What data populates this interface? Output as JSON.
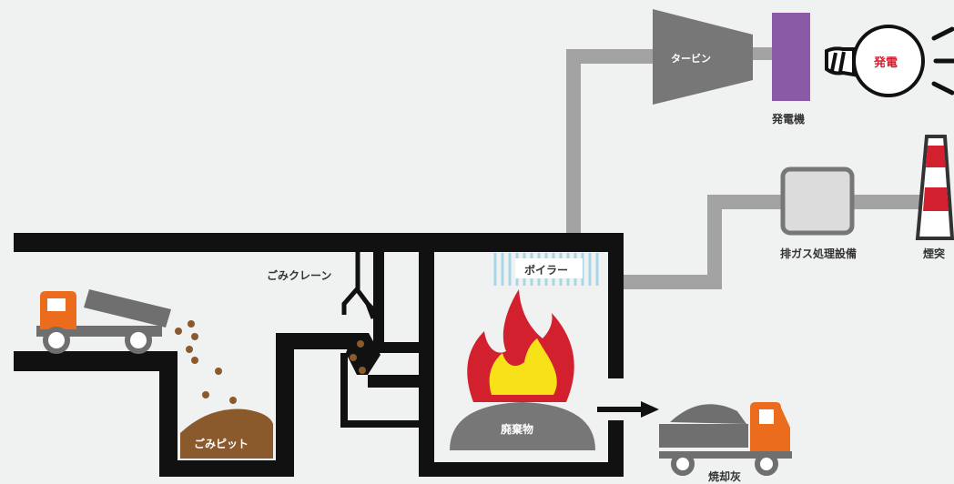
{
  "labels": {
    "turbine": "タービン",
    "generator": "発電機",
    "power": "発電",
    "gas_treatment": "排ガス処理設備",
    "chimney": "煙突",
    "crane": "ごみクレーン",
    "boiler": "ボイラー",
    "pit": "ごみピット",
    "waste": "廃棄物",
    "ash": "焼却灰"
  },
  "colors": {
    "background": "#f0f2f1",
    "wall": "#111111",
    "pipe": "#a3a3a3",
    "turbine": "#777777",
    "generator": "#8b5aa6",
    "truck_cab": "#ec6c1d",
    "truck_bed": "#6f6f6f",
    "pit_waste": "#8a5a2d",
    "flame_red": "#d3202f",
    "flame_yellow": "#f7e21a",
    "boiler_tubes": "#a8d6e6",
    "chimney_red": "#d3202f"
  }
}
